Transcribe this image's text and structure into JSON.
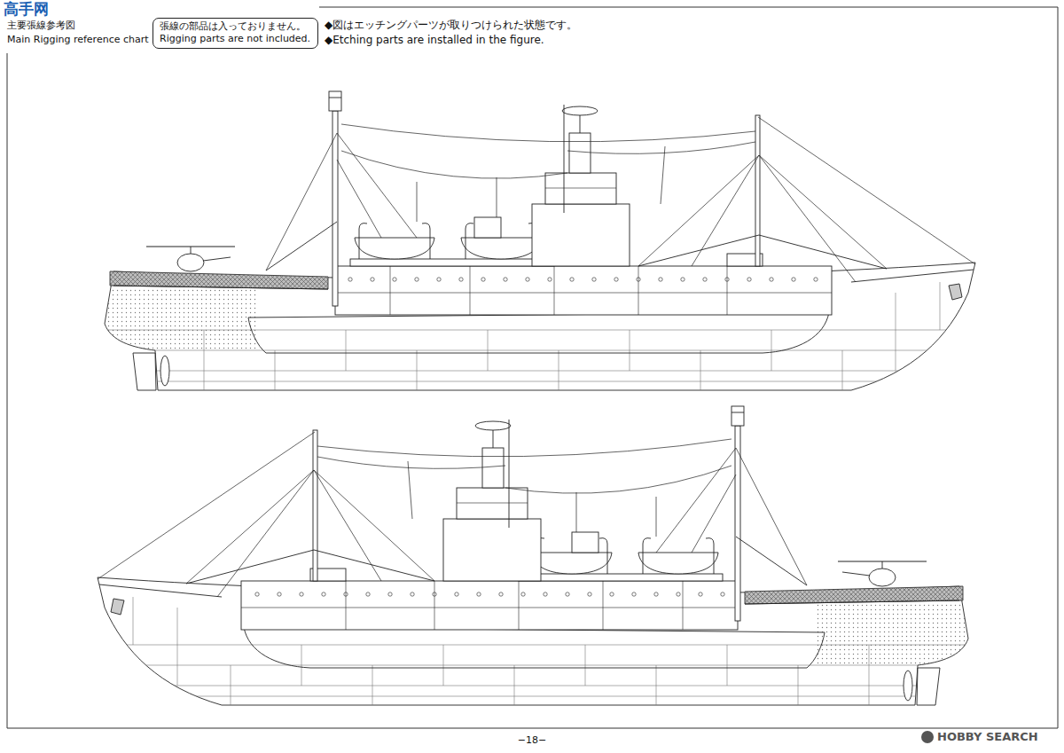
{
  "diagram": {
    "title": "主要張線参考図",
    "nodes": [
      {
        "text": [
          "張線の部品は入っておりません。",
          "Rigging parts are not included."
        ]
      }
    ],
    "labels": [
      "高手网",
      "Main Rigging reference chart",
      "◆図はエッチングパーツが取りつけられた状態です。",
      "◆Etching parts are installed in the figure.",
      "−18−",
      "HOBBY SEARCH"
    ]
  }
}
